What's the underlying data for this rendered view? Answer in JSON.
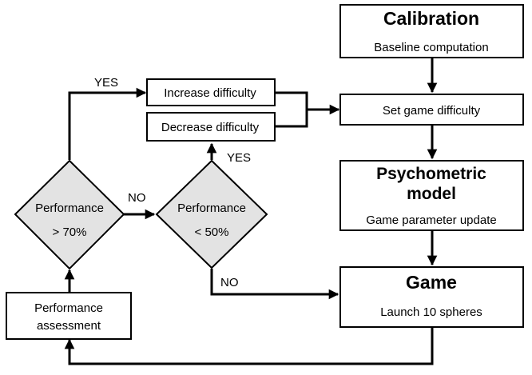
{
  "calibration": {
    "title": "Calibration",
    "subtitle": "Baseline computation"
  },
  "set_difficulty": {
    "label": "Set game difficulty"
  },
  "psychometric": {
    "title_line1": "Psychometric",
    "title_line2": "model",
    "subtitle": "Game parameter update"
  },
  "game": {
    "title": "Game",
    "subtitle": "Launch 10 spheres"
  },
  "assessment": {
    "line1": "Performance",
    "line2": "assessment"
  },
  "increase": {
    "label": "Increase difficulty"
  },
  "decrease": {
    "label": "Decrease difficulty"
  },
  "decision_70": {
    "line1": "Performance",
    "line2": "> 70%"
  },
  "decision_50": {
    "line1": "Performance",
    "line2": "< 50%"
  },
  "edge_labels": {
    "yes_70": "YES",
    "no_70": "NO",
    "yes_50": "YES",
    "no_50": "NO"
  }
}
